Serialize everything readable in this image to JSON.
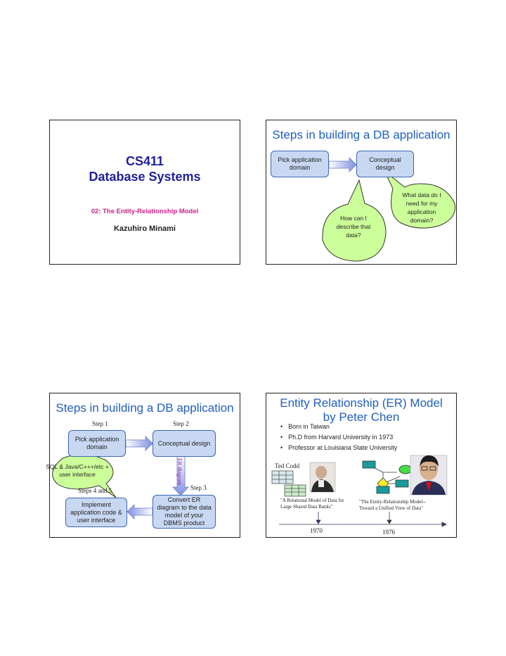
{
  "slide1": {
    "title_line1": "CS411",
    "title_line2": "Database Systems",
    "subtitle": "02: The Entity-Relationship Model",
    "author": "Kazuhiro Minami"
  },
  "slide2": {
    "heading": "Steps in building a DB application",
    "box_pick": "Pick application domain",
    "box_conceptual": "Conceptual design",
    "bubble_what": "What data do I need for my application domain?",
    "bubble_how": "How can I describe that data?"
  },
  "slide3": {
    "heading": "Steps in building a DB application",
    "step1": "Step 1",
    "step2": "Step 2",
    "step3": "Step 3",
    "steps45": "Steps 4 and 5",
    "box_pick": "Pick application domain",
    "box_conceptual": "Conceptual design",
    "box_convert": "Convert ER diagram to the data model of your DBMS product",
    "box_implement": "Implement application code & user interface",
    "arrow_label": "ER diagram",
    "bubble_sql": "SQL & Java/C+++/etc + user interface"
  },
  "slide4": {
    "heading_line1": "Entity Relationship (ER) Model",
    "heading_line2": "by Peter Chen",
    "bullets": [
      "Born in Taiwan",
      "Ph.D from Harvard University in 1973",
      "Professor at Louisiana State University"
    ],
    "codd_label": "Ted Codd",
    "paper1_line1": "\"A Relational Model of Data for",
    "paper1_line2": "Large Shared Data Banks\"",
    "paper2_line1": "\"The Entity-Relationship Model--",
    "paper2_line2": "Toward a Unified View of Data\"",
    "year1": "1970",
    "year2": "1976"
  },
  "colors": {
    "title_blue": "#1f1f99",
    "heading_blue": "#1f5fbf",
    "subtitle_magenta": "#cc2288",
    "box_fill": "#c8d8f2",
    "bubble_fill": "#ccff99",
    "diagram_teal": "#1a9a9a"
  }
}
